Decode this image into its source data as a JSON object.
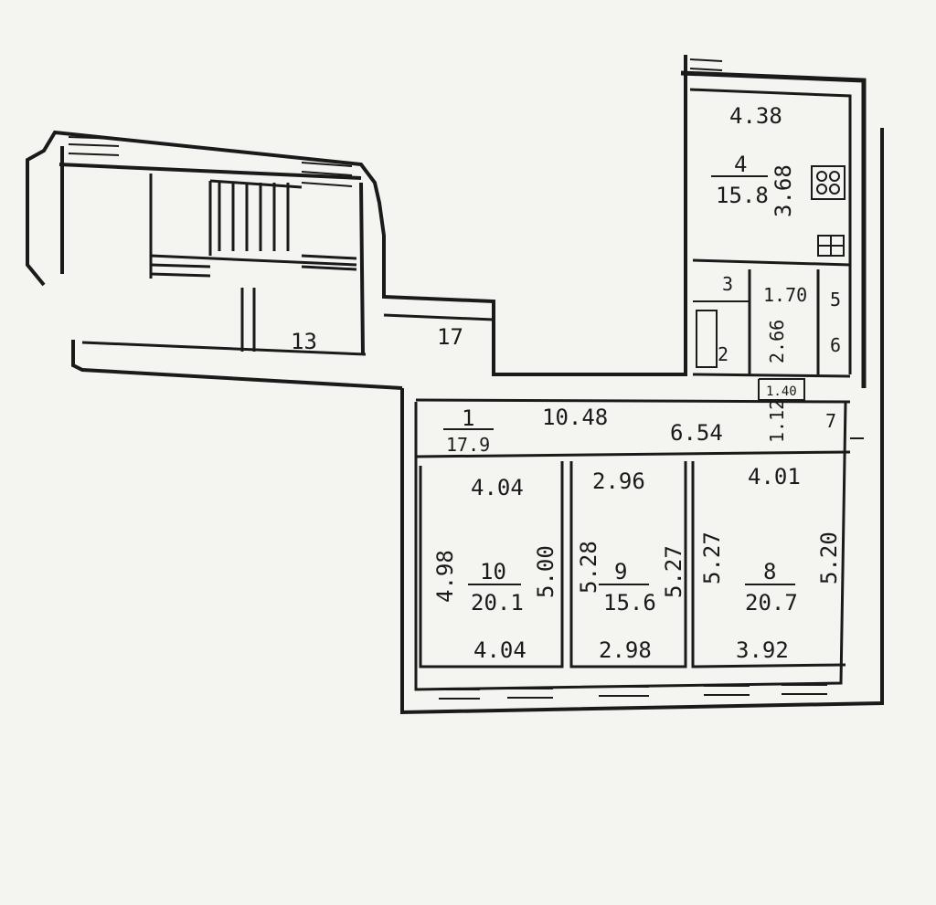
{
  "plan": {
    "stair_label": "13",
    "corridor_label": "17",
    "rooms": [
      {
        "id": "1",
        "number": "1",
        "area": "17.9"
      },
      {
        "id": "4",
        "number": "4",
        "area": "15.8"
      },
      {
        "id": "8",
        "number": "8",
        "area": "20.7"
      },
      {
        "id": "9",
        "number": "9",
        "area": "15.6"
      },
      {
        "id": "10",
        "number": "10",
        "area": "20.1"
      },
      {
        "id": "2",
        "number": "2"
      },
      {
        "id": "3",
        "number": "3"
      },
      {
        "id": "5",
        "number": "5"
      },
      {
        "id": "6",
        "number": "6"
      },
      {
        "id": "7",
        "number": "7"
      }
    ],
    "dimensions": {
      "kitchen_width": "4.38",
      "kitchen_depth": "3.68",
      "bath_width": "1.70",
      "bath_depth": "2.66",
      "passage_width": "1.40",
      "hall_length": "10.48",
      "corridor_length": "6.54",
      "pantry_width": "1.12",
      "r10_top": "4.04",
      "r10_bottom": "4.04",
      "r10_left": "4.98",
      "r10_right": "5.00",
      "r9_top": "2.96",
      "r9_bottom": "2.98",
      "r9_left": "5.28",
      "r9_right": "5.27",
      "r8_top": "4.01",
      "r8_bottom": "3.92",
      "r8_left": "5.27",
      "r8_right": "5.20"
    }
  }
}
